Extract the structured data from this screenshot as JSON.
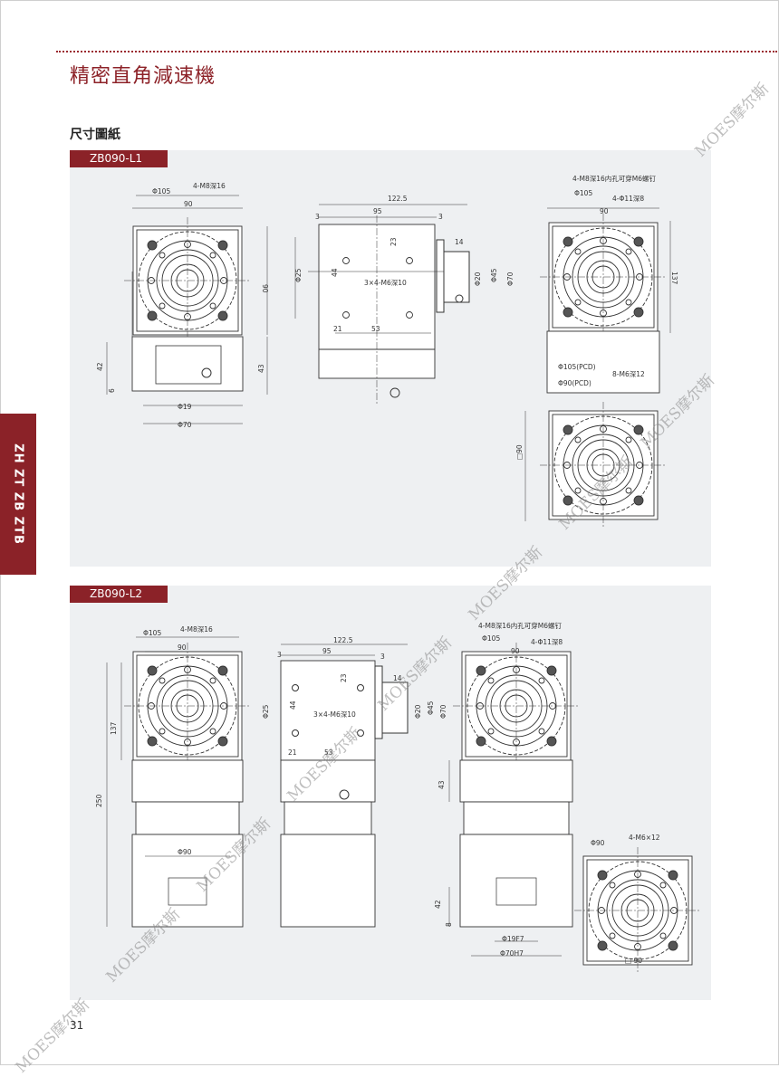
{
  "page": {
    "title": "精密直角減速機",
    "subtitle": "尺寸圖紙",
    "side_tab": "ZH ZT ZB ZTB",
    "page_number": "31",
    "watermark": "MOES摩尔斯"
  },
  "sections": [
    {
      "model": "ZB090-L1",
      "dims": {
        "d105": "Φ105",
        "d90": "90",
        "m8_16": "4-M8深16",
        "d90_side": "90",
        "d42": "42",
        "d6": "6",
        "d43": "43",
        "d19": "Φ19",
        "d70": "Φ70",
        "l122": "122.5",
        "l95": "95",
        "l3a": "3",
        "l3b": "3",
        "l23": "23",
        "l14": "14",
        "d25": "Φ25",
        "l44": "44",
        "m6": "3×4-M6深10",
        "d20": "Φ20",
        "d45": "Φ45",
        "d70r": "Φ70",
        "l21": "21",
        "l53": "53",
        "m8_rt": "4-M8深16内孔可穿M6螺钉",
        "d105_rt": "Φ105",
        "d11": "4-Φ11深8",
        "d90_rt": "90",
        "l137": "137",
        "pcd105": "Φ105(PCD)",
        "pcd90": "Φ90(PCD)",
        "m6_12": "8-M6深12",
        "sq90": "□90"
      }
    },
    {
      "model": "ZB090-L2",
      "dims": {
        "d105": "Φ105",
        "m8_16": "4-M8深16",
        "d90": "90",
        "l137": "137",
        "l250": "250",
        "d90b": "Φ90",
        "l122": "122.5",
        "l95": "95",
        "l3a": "3",
        "l3b": "3",
        "l23": "23",
        "l14": "14",
        "d25": "Φ25",
        "l44": "44",
        "m6": "3×4-M6深10",
        "d20": "Φ20",
        "d45": "Φ45",
        "d70": "Φ70",
        "l21": "21",
        "l53": "53",
        "m8_rt": "4-M8深16内孔可穿M6螺钉",
        "d105_rt": "Φ105",
        "d11": "4-Φ11深8",
        "d90_rt": "90",
        "l43": "43",
        "l42": "42",
        "l8": "8",
        "d19": "Φ19F7",
        "d70b": "Φ70H7",
        "d90c": "Φ90",
        "m6_12": "4-M6×12",
        "sq90": "□ 90"
      }
    }
  ]
}
